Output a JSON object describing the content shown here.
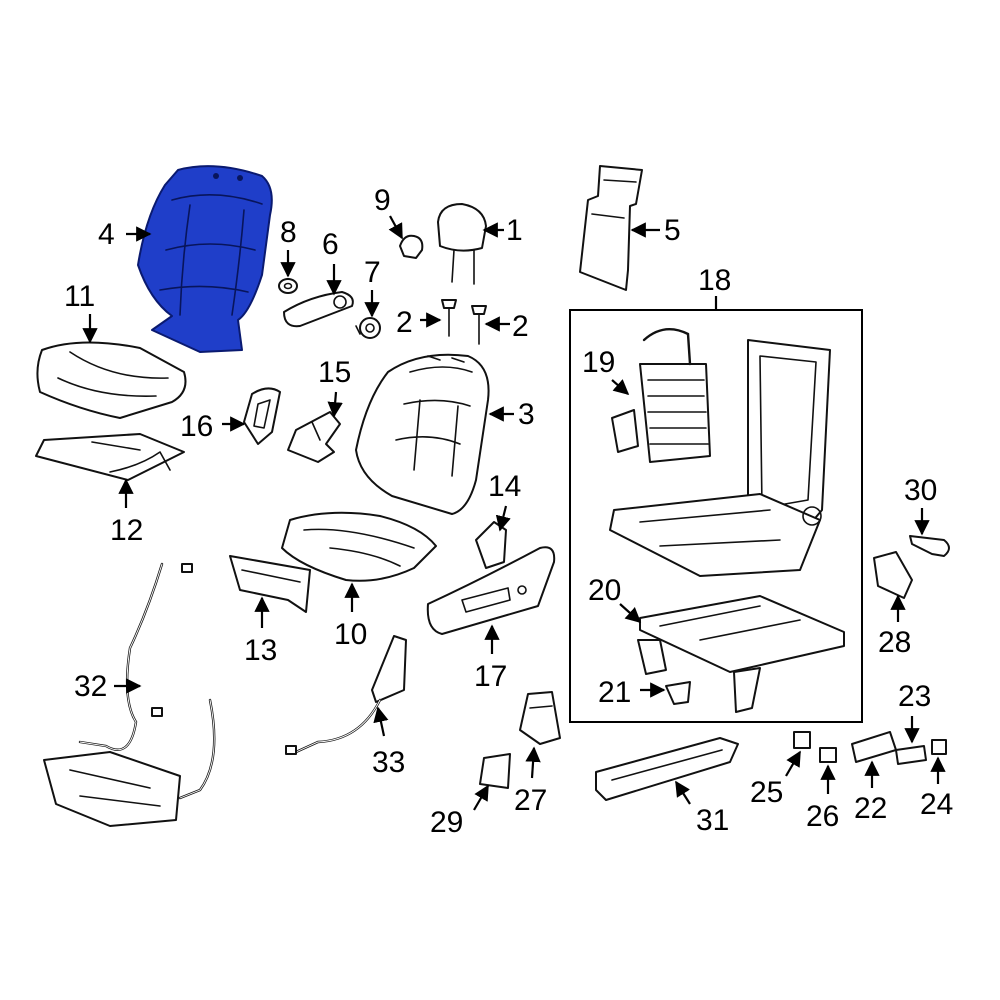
{
  "highlight_color": "#1f3ec9",
  "callouts": {
    "c1": "1",
    "c2a": "2",
    "c2b": "2",
    "c3": "3",
    "c4": "4",
    "c5": "5",
    "c6": "6",
    "c7": "7",
    "c8": "8",
    "c9": "9",
    "c10": "10",
    "c11": "11",
    "c12": "12",
    "c13": "13",
    "c14": "14",
    "c15": "15",
    "c16": "16",
    "c17": "17",
    "c18": "18",
    "c19": "19",
    "c20": "20",
    "c21": "21",
    "c22": "22",
    "c23": "23",
    "c24": "24",
    "c25": "25",
    "c26": "26",
    "c27": "27",
    "c28": "28",
    "c29": "29",
    "c30": "30",
    "c31": "31",
    "c32": "32",
    "c33": "33"
  }
}
